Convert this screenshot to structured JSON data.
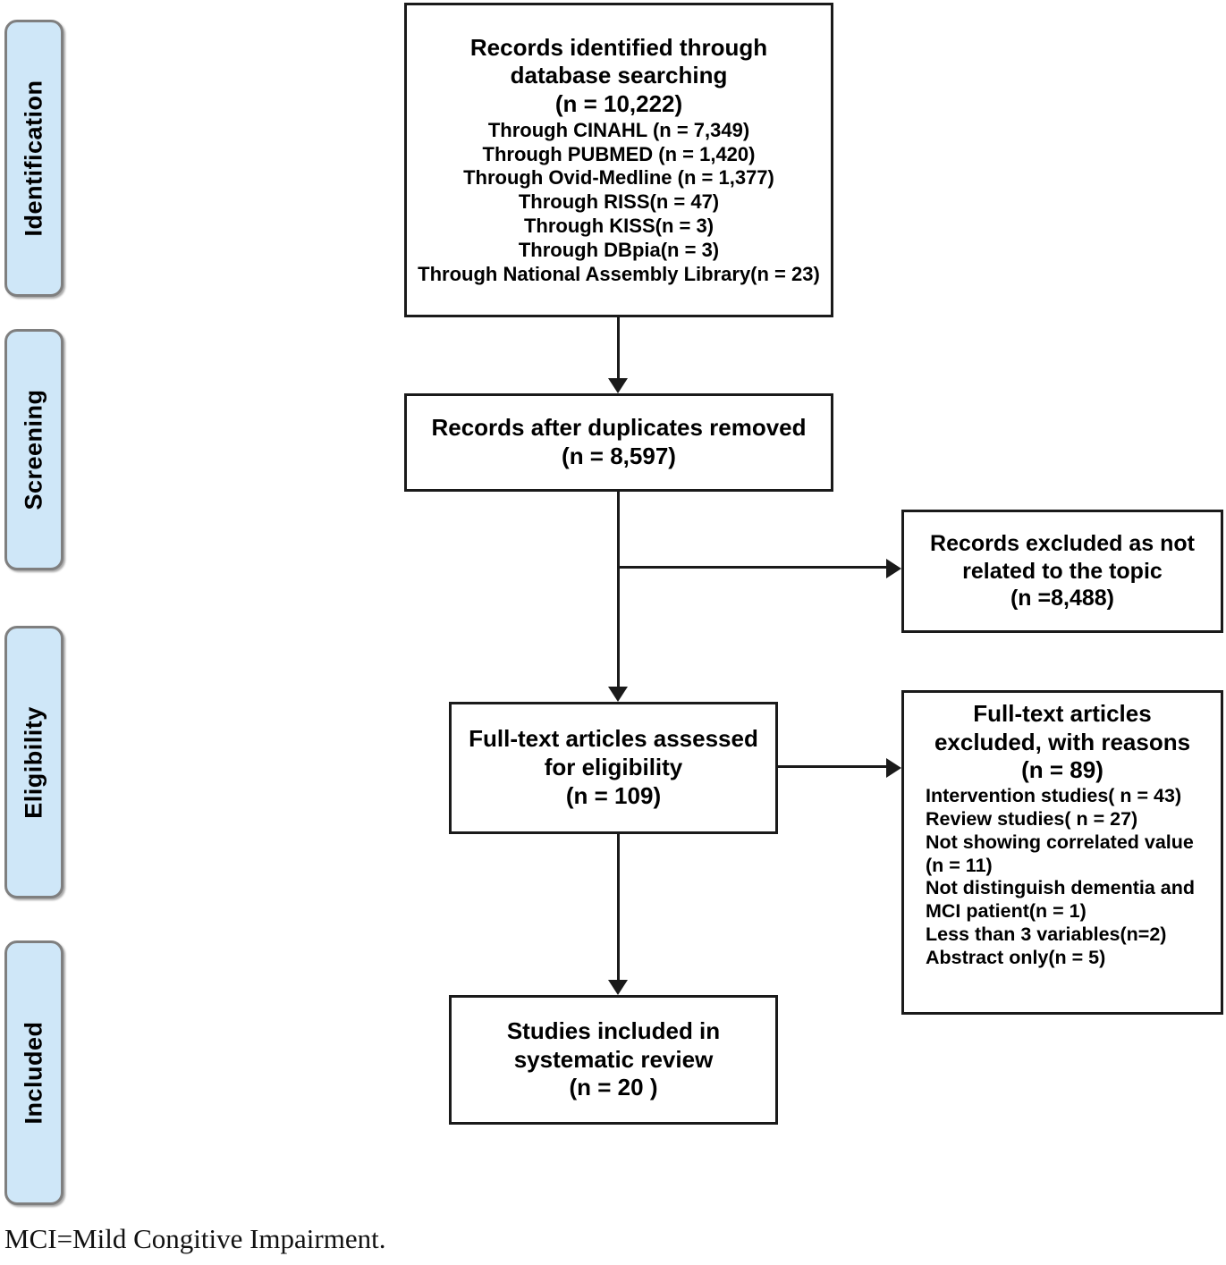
{
  "diagram": {
    "type": "prisma-flow-diagram",
    "stages": [
      {
        "id": "identification",
        "label": "Identification"
      },
      {
        "id": "screening",
        "label": "Screening"
      },
      {
        "id": "eligibility",
        "label": "Eligibility"
      },
      {
        "id": "included",
        "label": "Included"
      }
    ],
    "boxes": {
      "identified": {
        "title_lines": [
          "Records identified through",
          "database searching",
          "(n = 10,222)"
        ],
        "source_lines": [
          "Through CINAHL (n = 7,349)",
          "Through PUBMED (n = 1,420)",
          "Through Ovid-Medline (n = 1,377)",
          "Through RISS(n = 47)",
          "Through KISS(n = 3)",
          "Through DBpia(n = 3)",
          "Through National Assembly Library(n = 23)"
        ]
      },
      "duplicates_removed": {
        "lines": [
          "Records after duplicates removed",
          "(n = 8,597)"
        ]
      },
      "excluded_topic": {
        "lines": [
          "Records excluded as not",
          "related to the topic",
          "(n =8,488)"
        ]
      },
      "fulltext_assessed": {
        "lines": [
          "Full-text articles assessed",
          "for eligibility",
          "(n = 109)"
        ]
      },
      "excluded_reasons": {
        "title_lines": [
          "Full-text articles",
          "excluded, with reasons",
          "(n = 89)"
        ],
        "reason_lines": [
          "Intervention studies( n = 43)",
          "Review studies( n = 27)",
          "Not showing correlated value",
          " (n = 11)",
          "Not distinguish dementia and",
          "MCI patient(n = 1)",
          "Less than 3 variables(n=2)",
          "Abstract only(n = 5)"
        ]
      },
      "studies_included": {
        "lines": [
          "Studies included in",
          "systematic review",
          "(n = 20 )"
        ]
      }
    },
    "caption": "MCI=Mild Congitive Impairment.",
    "colors": {
      "stage_tab_fill": "#cfe7f8",
      "stage_tab_border": "#7f7f7f",
      "box_border": "#1a1a1a",
      "box_fill": "#ffffff",
      "text": "#000000"
    }
  }
}
